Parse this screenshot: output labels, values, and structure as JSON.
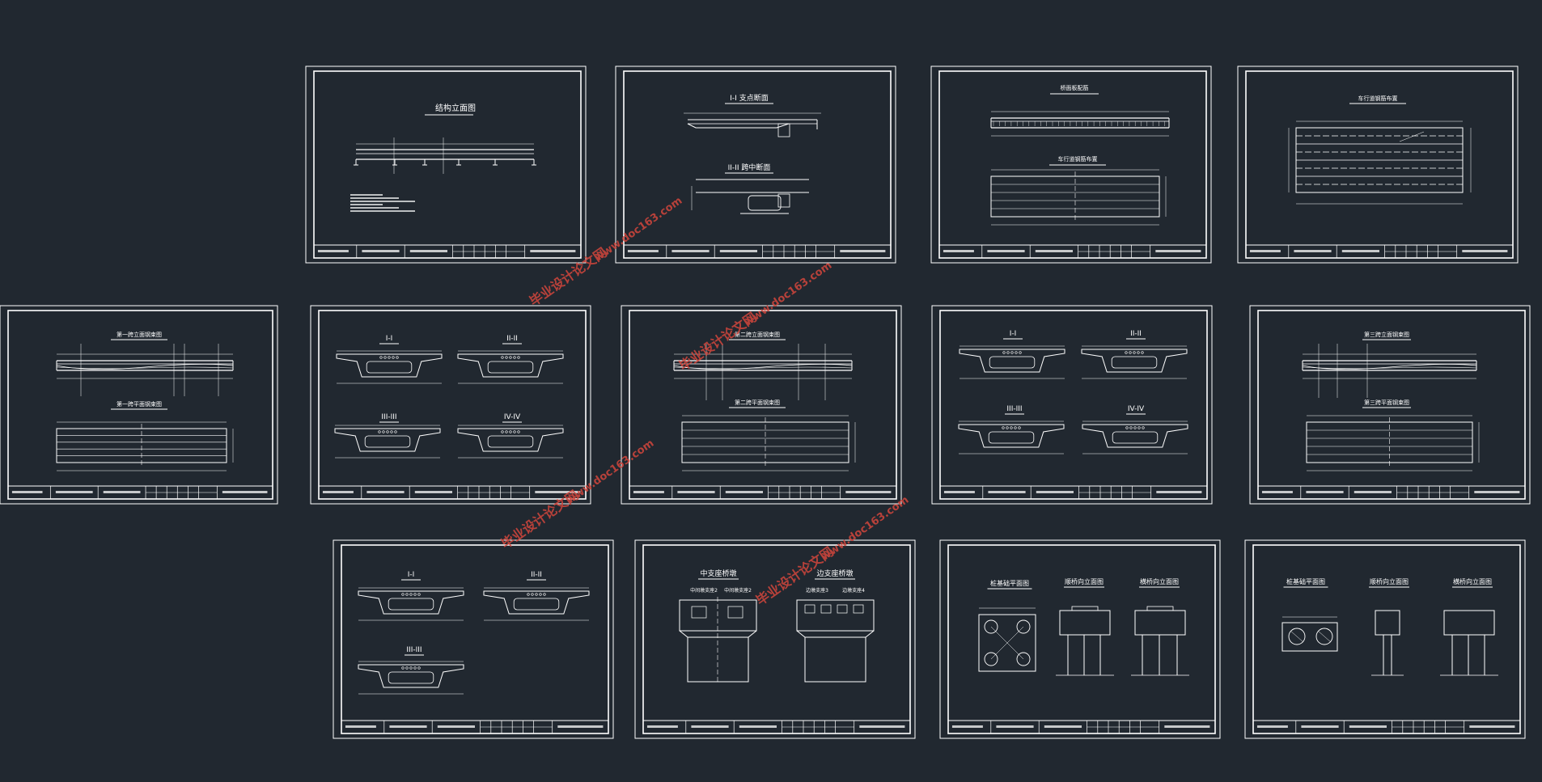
{
  "colors": {
    "background": "#212830",
    "line": "#ffffff",
    "watermark": "#d2463c"
  },
  "sheets": [
    {
      "id": "s1",
      "title": "结构立面图"
    },
    {
      "id": "s2",
      "title": "I-I 支点断面",
      "title2": "II-II 跨中断面"
    },
    {
      "id": "s3",
      "title": "桥面板配筋",
      "title2": "车行道钢筋布置"
    },
    {
      "id": "s4",
      "title": "车行道钢筋布置"
    },
    {
      "id": "s5",
      "title": "第一跨立面钢束图",
      "title2": "第一跨平面钢束图"
    },
    {
      "id": "s6",
      "sec1": "I-I",
      "sec2": "II-II",
      "sec3": "III-III",
      "sec4": "IV-IV"
    },
    {
      "id": "s7",
      "title": "第二跨立面钢束图",
      "title2": "第二跨平面钢束图"
    },
    {
      "id": "s8",
      "sec1": "I-I",
      "sec2": "II-II",
      "sec3": "III-III",
      "sec4": "IV-IV"
    },
    {
      "id": "s9",
      "title": "第三跨立面钢束图",
      "title2": "第三跨平面钢束图"
    },
    {
      "id": "s10",
      "sec1": "I-I",
      "sec2": "II-II",
      "sec3": "III-III"
    },
    {
      "id": "s11",
      "title": "中支座桥墩",
      "title2": "边支座桥墩",
      "sub1": "中间墩支座2",
      "sub2": "中间墩支座2",
      "sub3": "边墩支座3",
      "sub4": "边墩支座4"
    },
    {
      "id": "s12",
      "title": "桩基础平面图",
      "title2": "顺桥向立面图",
      "title3": "横桥向立面图"
    },
    {
      "id": "s13",
      "title": "桩基础平面图",
      "title2": "顺桥向立面图",
      "title3": "横桥向立面图"
    }
  ],
  "watermarks": [
    {
      "line1": "毕业设计论文网",
      "line2": "www.doc163.com"
    },
    {
      "line1": "毕业设计论文网",
      "line2": "www.doc163.com"
    },
    {
      "line1": "毕业设计论文网",
      "line2": "www.doc163.com"
    },
    {
      "line1": "毕业设计论文网",
      "line2": "www.doc163.com"
    }
  ]
}
